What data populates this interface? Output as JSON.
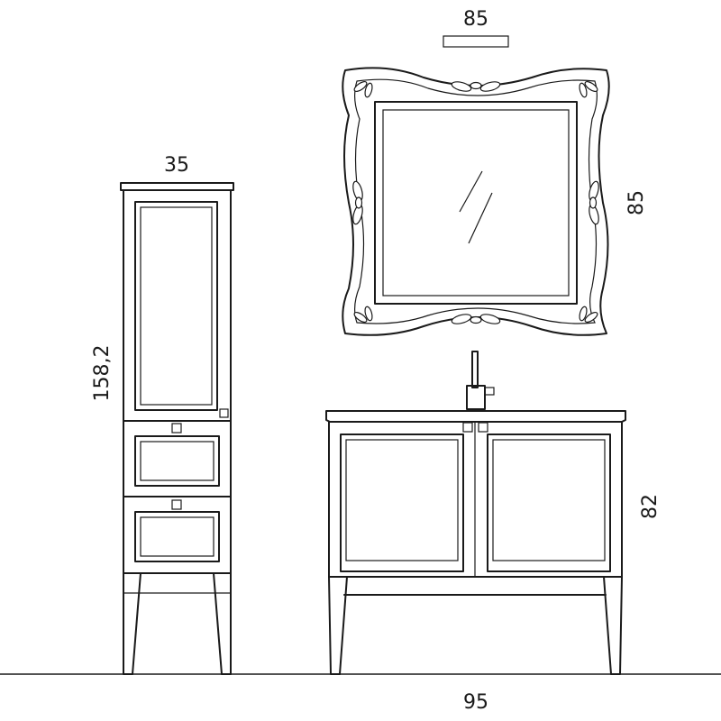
{
  "dimensions": {
    "mirror_width": "85",
    "mirror_height": "85",
    "column_width": "35",
    "column_height": "158,2",
    "vanity_height": "82",
    "vanity_width": "95"
  }
}
